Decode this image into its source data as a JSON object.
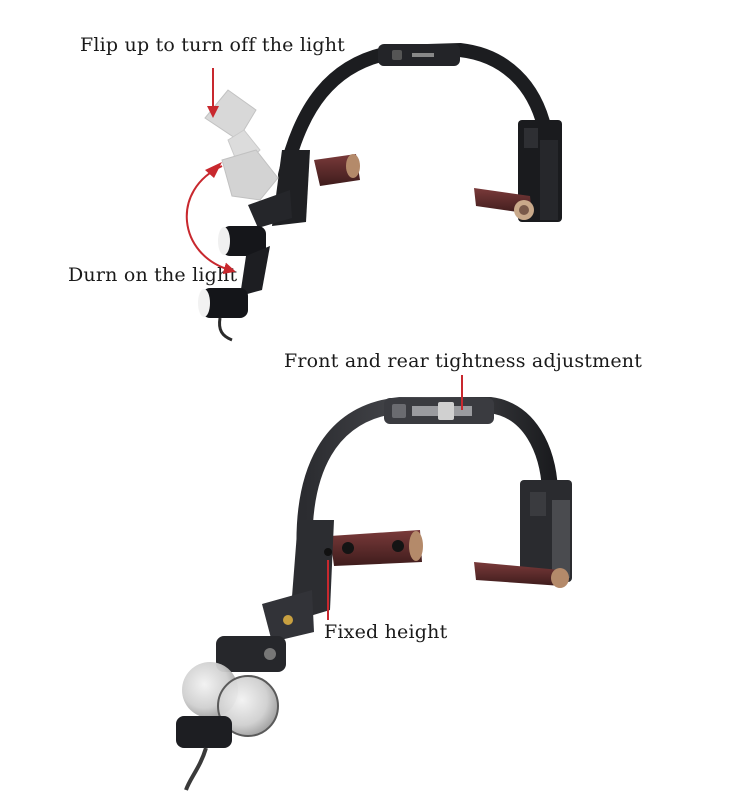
{
  "labels": {
    "flip_up": "Flip up to turn off the light",
    "turn_on": "Durn on the light",
    "tightness": "Front and rear tightness adjustment",
    "fixed_height": "Fixed height"
  },
  "colors": {
    "arrow": "#c8282e",
    "frame": "#1c1d20",
    "pad": "#5a2a2a",
    "ghost": "#d4d4d4"
  }
}
